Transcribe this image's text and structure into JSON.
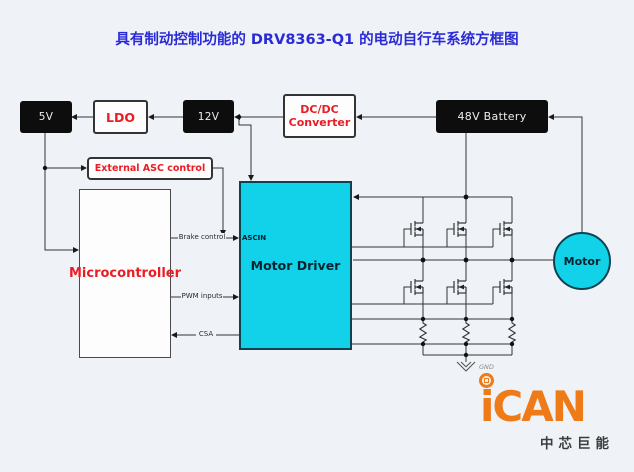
{
  "title": "具有制动控制功能的 DRV8363-Q1 的电动自行车系统方框图",
  "blocks": {
    "supply_5v": {
      "label": "5V"
    },
    "ldo": {
      "label": "LDO"
    },
    "supply_12v": {
      "label": "12V"
    },
    "dcdc_converter": {
      "line1": "DC/DC",
      "line2": "Converter"
    },
    "battery": {
      "label": "48V Battery"
    },
    "external_asc": {
      "label": "External ASC control"
    },
    "microcontroller": {
      "label": "Microcontroller"
    },
    "motor_driver": {
      "label": "Motor Driver",
      "pin": "ASCIN"
    },
    "motor": {
      "label": "Motor"
    }
  },
  "signal_labels": {
    "brake": "Brake control",
    "pwm": "PWM inputs",
    "csa": "CSA",
    "gnd": "GND"
  },
  "logo": {
    "wordmark": "iCAN",
    "subtitle": "中芯巨能"
  },
  "colors": {
    "background": "#eff3f8",
    "title_blue": "#2b2bd6",
    "accent_red": "#ea1c24",
    "block_black": "#0d0d0d",
    "driver_cyan": "#12d2e9",
    "logo_orange": "#ee7a18",
    "wire": "#333333"
  }
}
